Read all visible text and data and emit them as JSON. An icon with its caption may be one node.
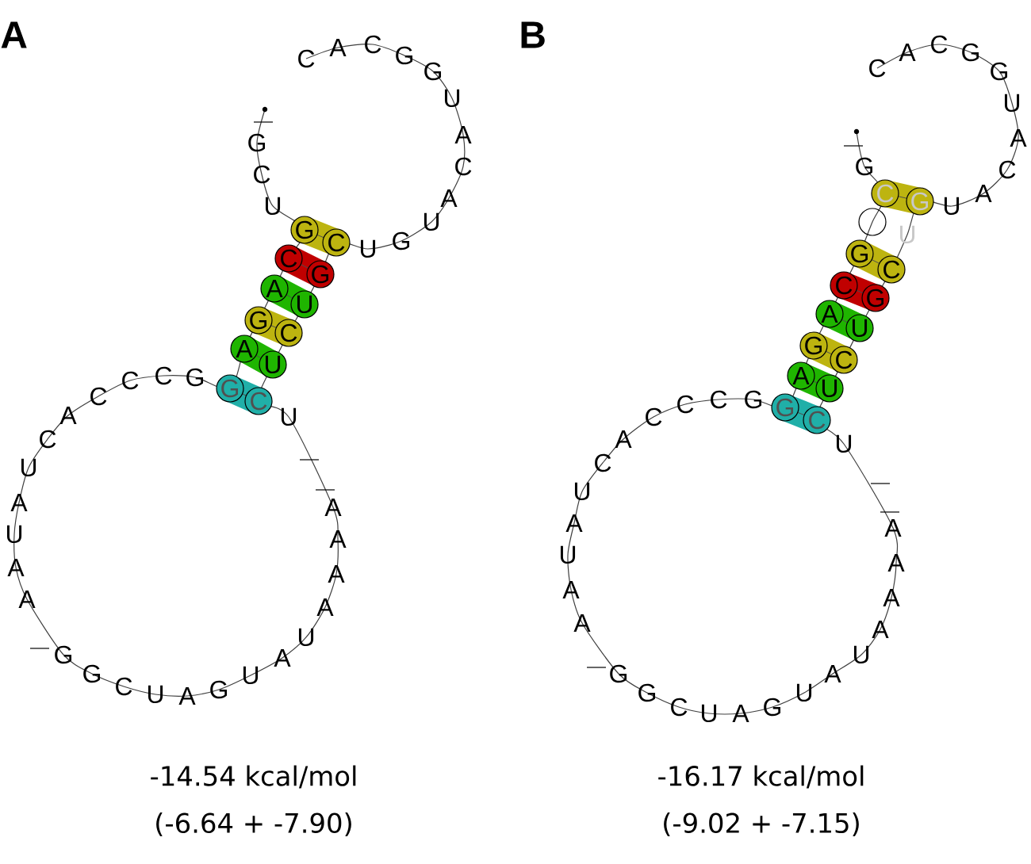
{
  "diagram": {
    "nodes": [
      {
        "text": [
          "G",
          "C"
        ]
      },
      {
        "text": [
          "C",
          "G"
        ]
      },
      {
        "text": [
          "A",
          "U"
        ]
      },
      {
        "text": [
          "G",
          "C"
        ]
      },
      {
        "text": [
          "A",
          "U"
        ]
      },
      {
        "text": [
          "G",
          "C"
        ]
      },
      {
        "text": [
          "C",
          "G"
        ]
      },
      {
        "text": [],
        "shape": "circle"
      },
      {
        "text": [
          "G",
          "C"
        ]
      },
      {
        "text": [
          "C",
          "G"
        ]
      },
      {
        "text": [
          "A",
          "U"
        ]
      },
      {
        "text": [
          "G",
          "C"
        ]
      },
      {
        "text": [
          "A",
          "U"
        ]
      },
      {
        "text": [
          "G",
          "C"
        ]
      }
    ],
    "labels": [
      "A",
      "G",
      "C",
      "U",
      "G",
      "C",
      "C",
      "C",
      "A",
      "C",
      "U",
      "A",
      "U",
      "A",
      "A",
      "G",
      "G",
      "C",
      "U",
      "A",
      "G",
      "U",
      "A",
      "U",
      "A",
      "A",
      "A",
      "A",
      "U",
      "U",
      "G",
      "U",
      "A",
      "C",
      "A",
      "U",
      "G",
      "G",
      "C",
      "A",
      "C",
      "-14.54 kcal/mol",
      "(-6.64 + -7.90)",
      "B",
      "G",
      "U",
      "G",
      "C",
      "C",
      "C",
      "A",
      "C",
      "U",
      "A",
      "U",
      "A",
      "A",
      "G",
      "G",
      "C",
      "U",
      "A",
      "G",
      "U",
      "A",
      "U",
      "A",
      "A",
      "A",
      "A",
      "U",
      "U",
      "A",
      "C",
      "A",
      "U",
      "G",
      "G",
      "C",
      "A",
      "C",
      "-16.17 kcal/mol",
      "(-9.02 + -7.15)"
    ]
  }
}
